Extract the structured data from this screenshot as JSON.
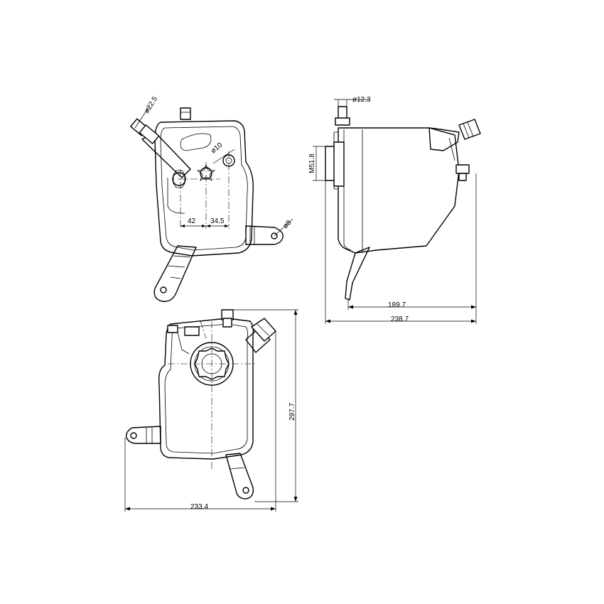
{
  "labels": {
    "dia_22_5": "ø22.5",
    "dia_10": "ø10",
    "dim_42": "42",
    "dim_34_5": "34.5",
    "dia_8": "ø8",
    "dia_12_3": "ø12.3",
    "thread_m51_8": "M51.8",
    "dim_189_7": "189.7",
    "dim_238_7": "238.7",
    "dim_297_7": "297.7",
    "dim_233_4": "233.4"
  }
}
